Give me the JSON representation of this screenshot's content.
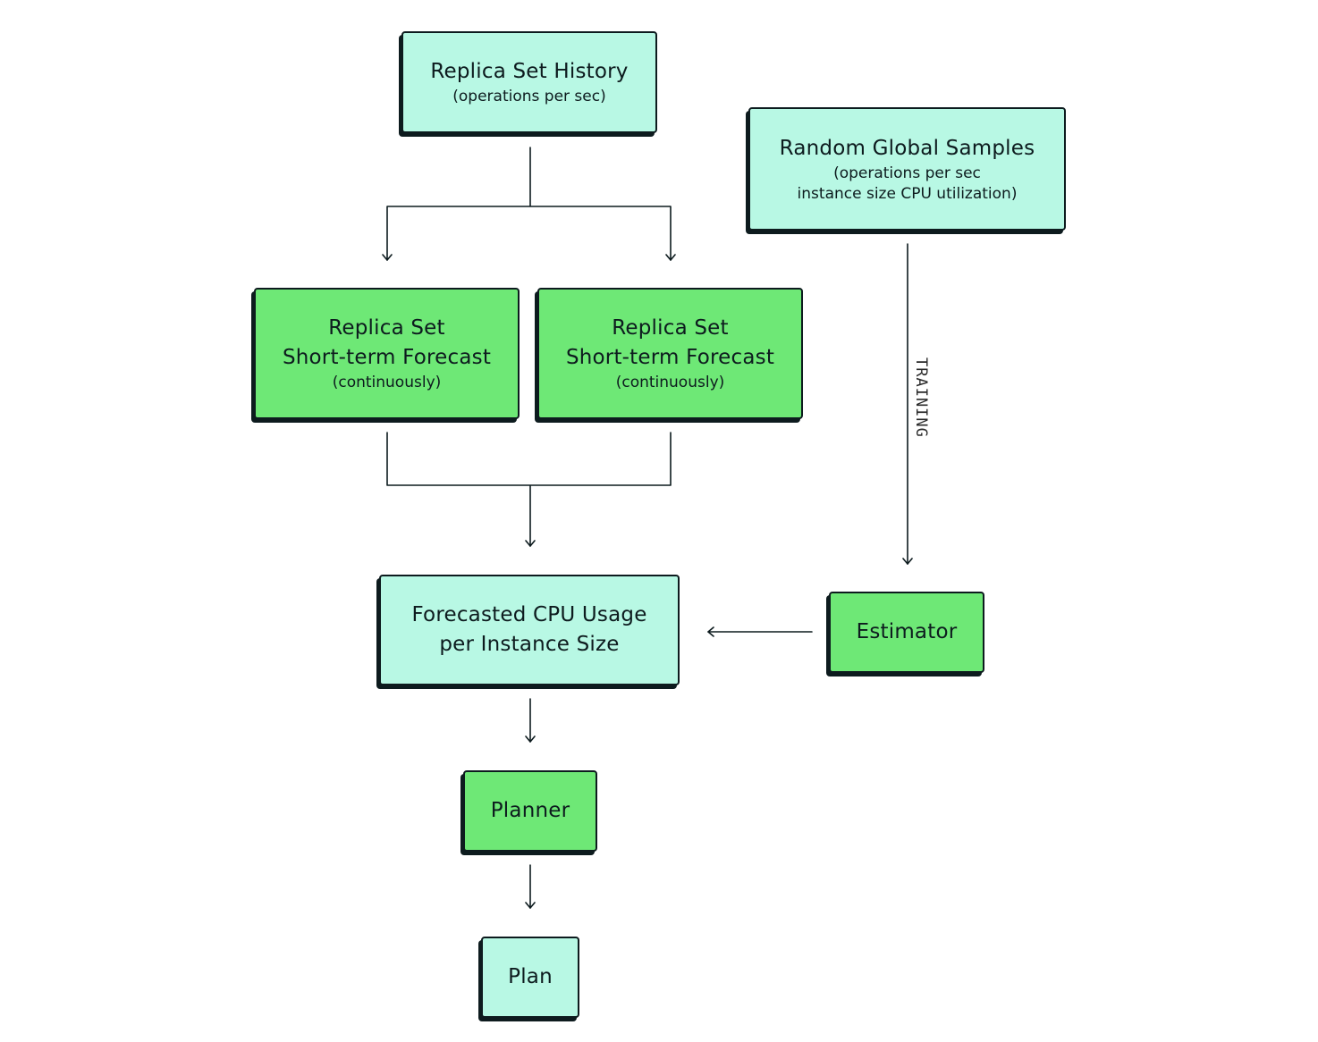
{
  "nodes": {
    "history": {
      "title": "Replica Set History",
      "subtitle": "(operations per sec)"
    },
    "samples": {
      "title": "Random Global Samples",
      "subtitle_line1": "(operations per sec",
      "subtitle_line2": "instance size CPU utilization)"
    },
    "forecast_a": {
      "title_line1": "Replica Set",
      "title_line2": "Short-term Forecast",
      "subtitle": "(continuously)"
    },
    "forecast_b": {
      "title_line1": "Replica Set",
      "title_line2": "Short-term Forecast",
      "subtitle": "(continuously)"
    },
    "cpu_usage": {
      "title_line1": "Forecasted CPU Usage",
      "title_line2": "per Instance Size"
    },
    "estimator": {
      "title": "Estimator"
    },
    "planner": {
      "title": "Planner"
    },
    "plan": {
      "title": "Plan"
    }
  },
  "edges": {
    "training_label": "TRAINING"
  },
  "colors": {
    "mint": "#b8f8e4",
    "green": "#6ee876",
    "stroke": "#0d1b1e"
  }
}
